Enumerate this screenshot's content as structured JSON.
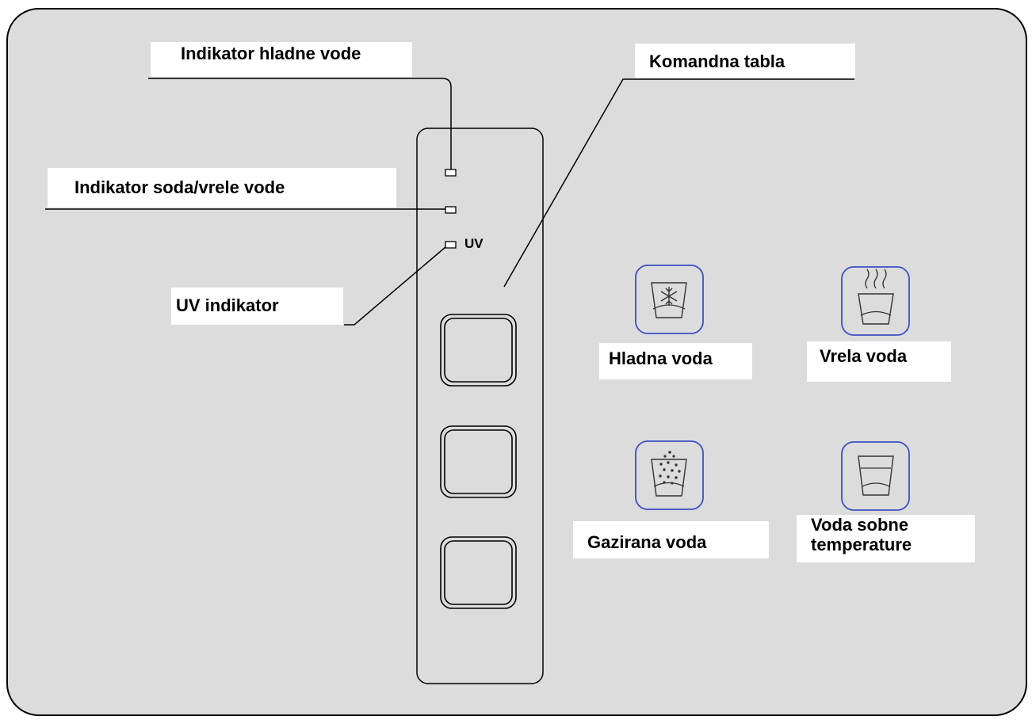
{
  "callouts": {
    "cold_indicator": "Indikator hladne vode",
    "control_panel": "Komandna tabla",
    "soda_hot_indicator": "Indikator soda/vrele vode",
    "uv_indicator": "UV indikator"
  },
  "panel": {
    "uv_label": "UV"
  },
  "icons": [
    {
      "name": "cold-water-icon",
      "caption": "Hladna voda"
    },
    {
      "name": "hot-water-icon",
      "caption": "Vrela voda"
    },
    {
      "name": "sparkling-water-icon",
      "caption": "Gazirana voda"
    },
    {
      "name": "room-temperature-water-icon",
      "caption_line1": "Voda sobne",
      "caption_line2": "temperature"
    }
  ],
  "colors": {
    "background": "#dcdcdc",
    "outline": "#000000",
    "icon_accent": "#3b4fc4"
  }
}
